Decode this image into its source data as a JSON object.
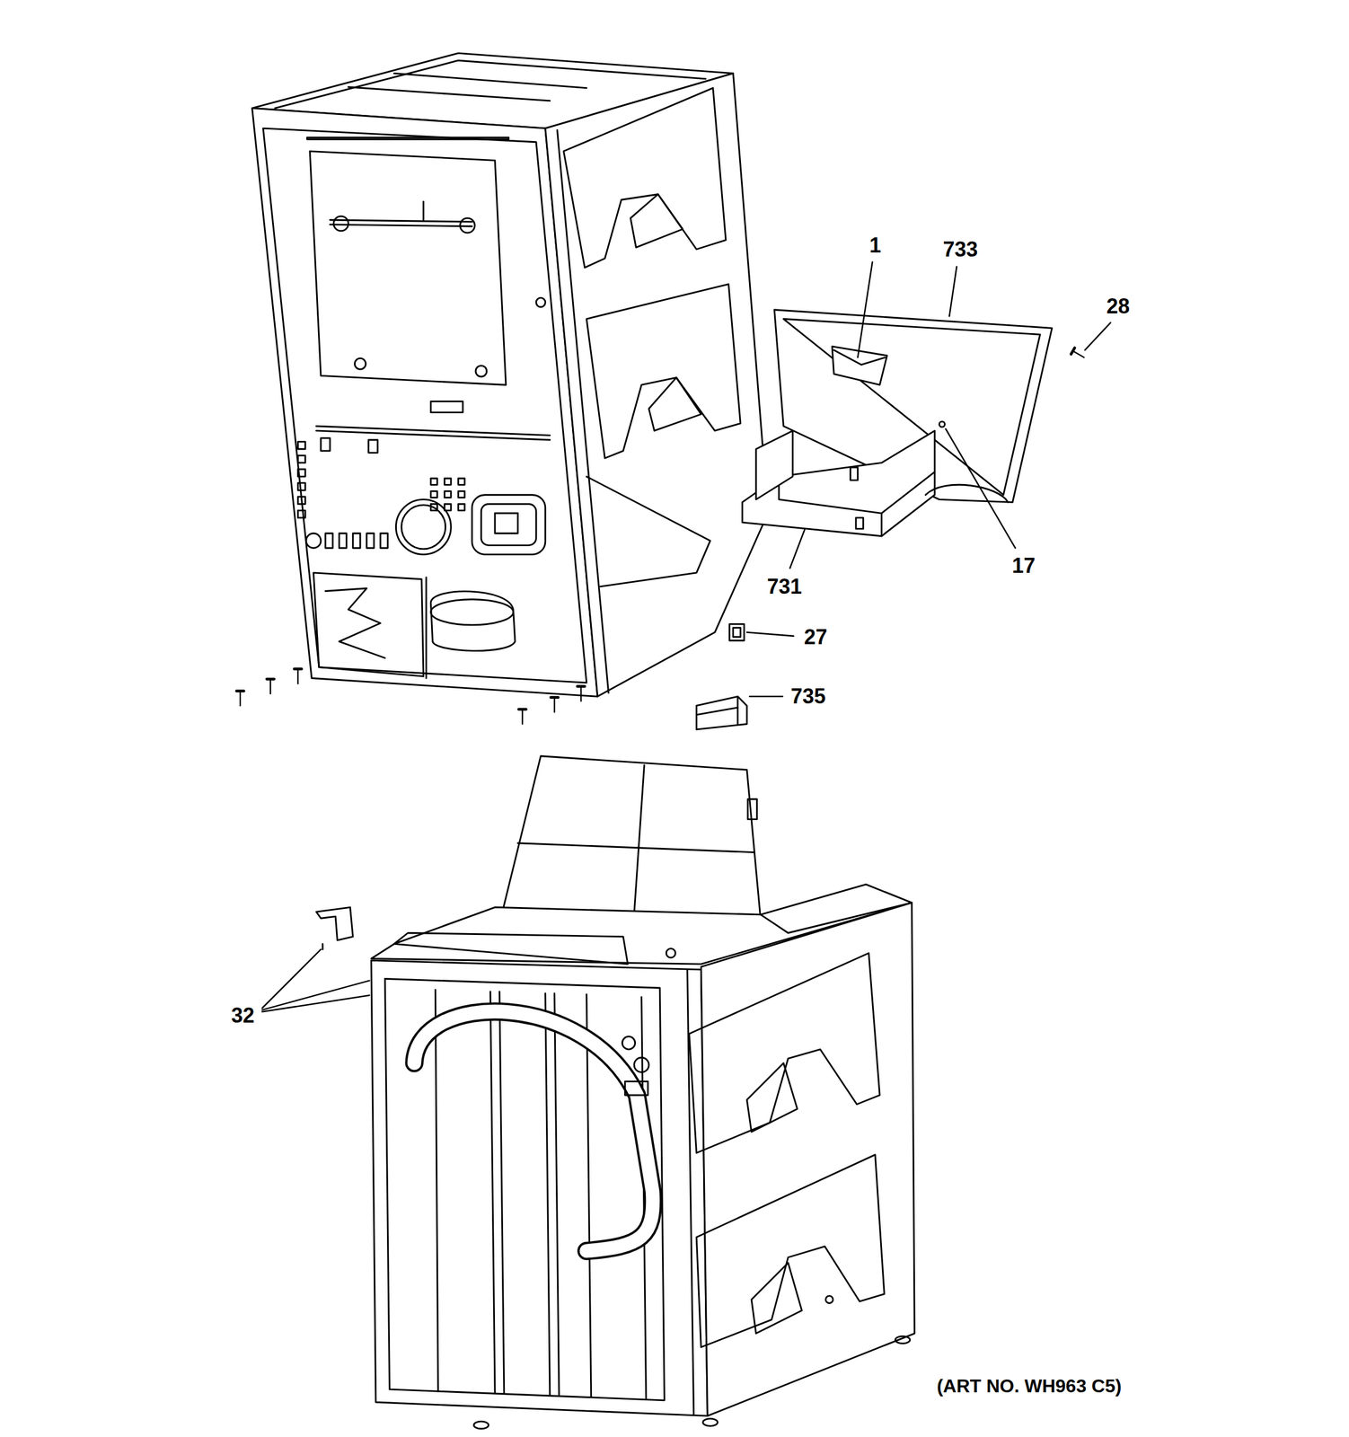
{
  "diagram": {
    "caption": "(ART NO. WH963 C5)",
    "labels": [
      "1",
      "733",
      "28",
      "17",
      "731",
      "27",
      "735",
      "32"
    ]
  }
}
